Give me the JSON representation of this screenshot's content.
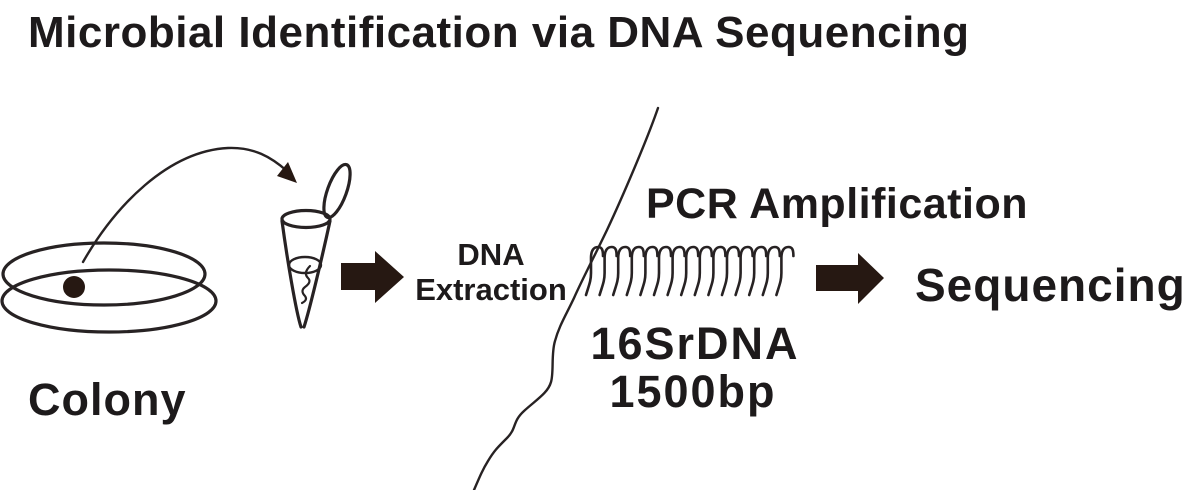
{
  "title": "Microbial Identification via DNA Sequencing",
  "colors": {
    "ink": "#272223",
    "fill_dark": "#261812",
    "background": "#ffffff"
  },
  "diagram": {
    "colony_label": "Colony",
    "step1_line1": "DNA",
    "step1_line2": "Extraction",
    "pcr_label": "PCR Amplification",
    "gene_label": "16SrDNA",
    "size_label": "1500bp",
    "sequencing_label": "Sequencing",
    "primer_count": 15
  }
}
